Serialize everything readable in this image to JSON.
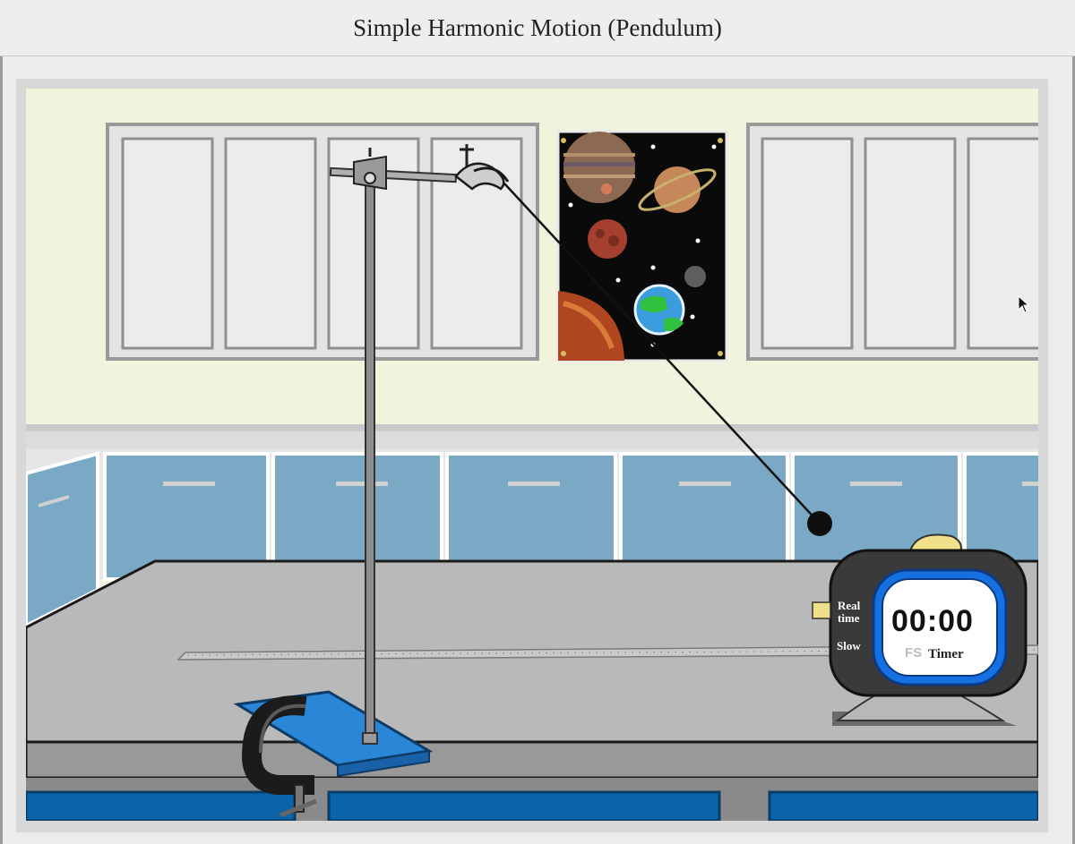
{
  "window": {
    "title": "Simple Harmonic Motion (Pendulum)"
  },
  "timer": {
    "display": "00:00",
    "caption": "Timer",
    "brand": "FS",
    "mode_real_time": "Real time",
    "mode_slow": "Slow"
  },
  "colors": {
    "wall": "#f1f3dd",
    "cabinet_blue": "#7aa9c6",
    "table_top": "#b9b9b9",
    "clamp_board": "#2a86d6",
    "timer_screen": "#1670e0",
    "timer_button": "#f0e08a"
  }
}
